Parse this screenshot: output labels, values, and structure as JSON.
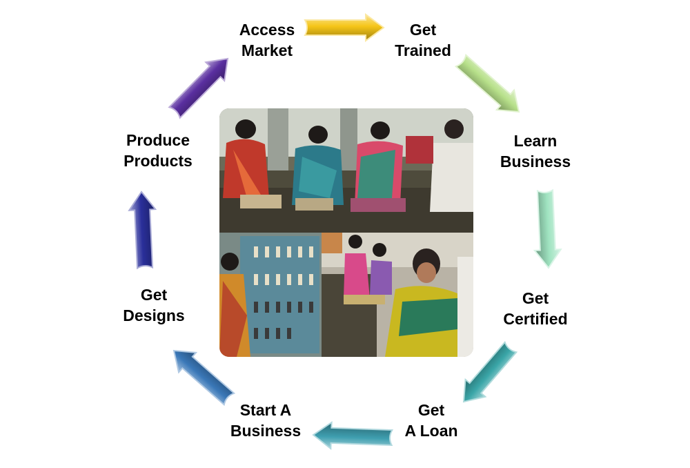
{
  "steps": [
    {
      "id": "access-market",
      "lines": [
        "Access",
        "Market"
      ]
    },
    {
      "id": "get-trained",
      "lines": [
        "Get",
        "Trained"
      ]
    },
    {
      "id": "learn-business",
      "lines": [
        "Learn",
        "Business"
      ]
    },
    {
      "id": "get-certified",
      "lines": [
        "Get",
        "Certified"
      ]
    },
    {
      "id": "get-a-loan",
      "lines": [
        "Get",
        "A Loan"
      ]
    },
    {
      "id": "start-a-business",
      "lines": [
        "Start A",
        "Business"
      ]
    },
    {
      "id": "get-designs",
      "lines": [
        "Get",
        "Designs"
      ]
    },
    {
      "id": "produce-products",
      "lines": [
        "Produce",
        "Products"
      ]
    }
  ],
  "arrows": [
    {
      "from": "access-market",
      "to": "get-trained",
      "color": "#f5c518",
      "icon": "arrow-right-icon"
    },
    {
      "from": "get-trained",
      "to": "learn-business",
      "color": "#b7e08a",
      "icon": "arrow-down-right-icon"
    },
    {
      "from": "learn-business",
      "to": "get-certified",
      "color": "#9fe3c0",
      "icon": "arrow-down-icon"
    },
    {
      "from": "get-certified",
      "to": "get-a-loan",
      "color": "#3aa6a8",
      "icon": "arrow-down-left-icon"
    },
    {
      "from": "get-a-loan",
      "to": "start-a-business",
      "color": "#3f9fb0",
      "icon": "arrow-left-icon"
    },
    {
      "from": "start-a-business",
      "to": "get-designs",
      "color": "#3a78b8",
      "icon": "arrow-up-left-icon"
    },
    {
      "from": "get-designs",
      "to": "produce-products",
      "color": "#2a2f9a",
      "icon": "arrow-up-icon"
    },
    {
      "from": "produce-products",
      "to": "access-market",
      "color": "#5a2fa0",
      "icon": "arrow-up-right-icon"
    }
  ],
  "photo": {
    "icon": "artisans-photo-collage"
  }
}
